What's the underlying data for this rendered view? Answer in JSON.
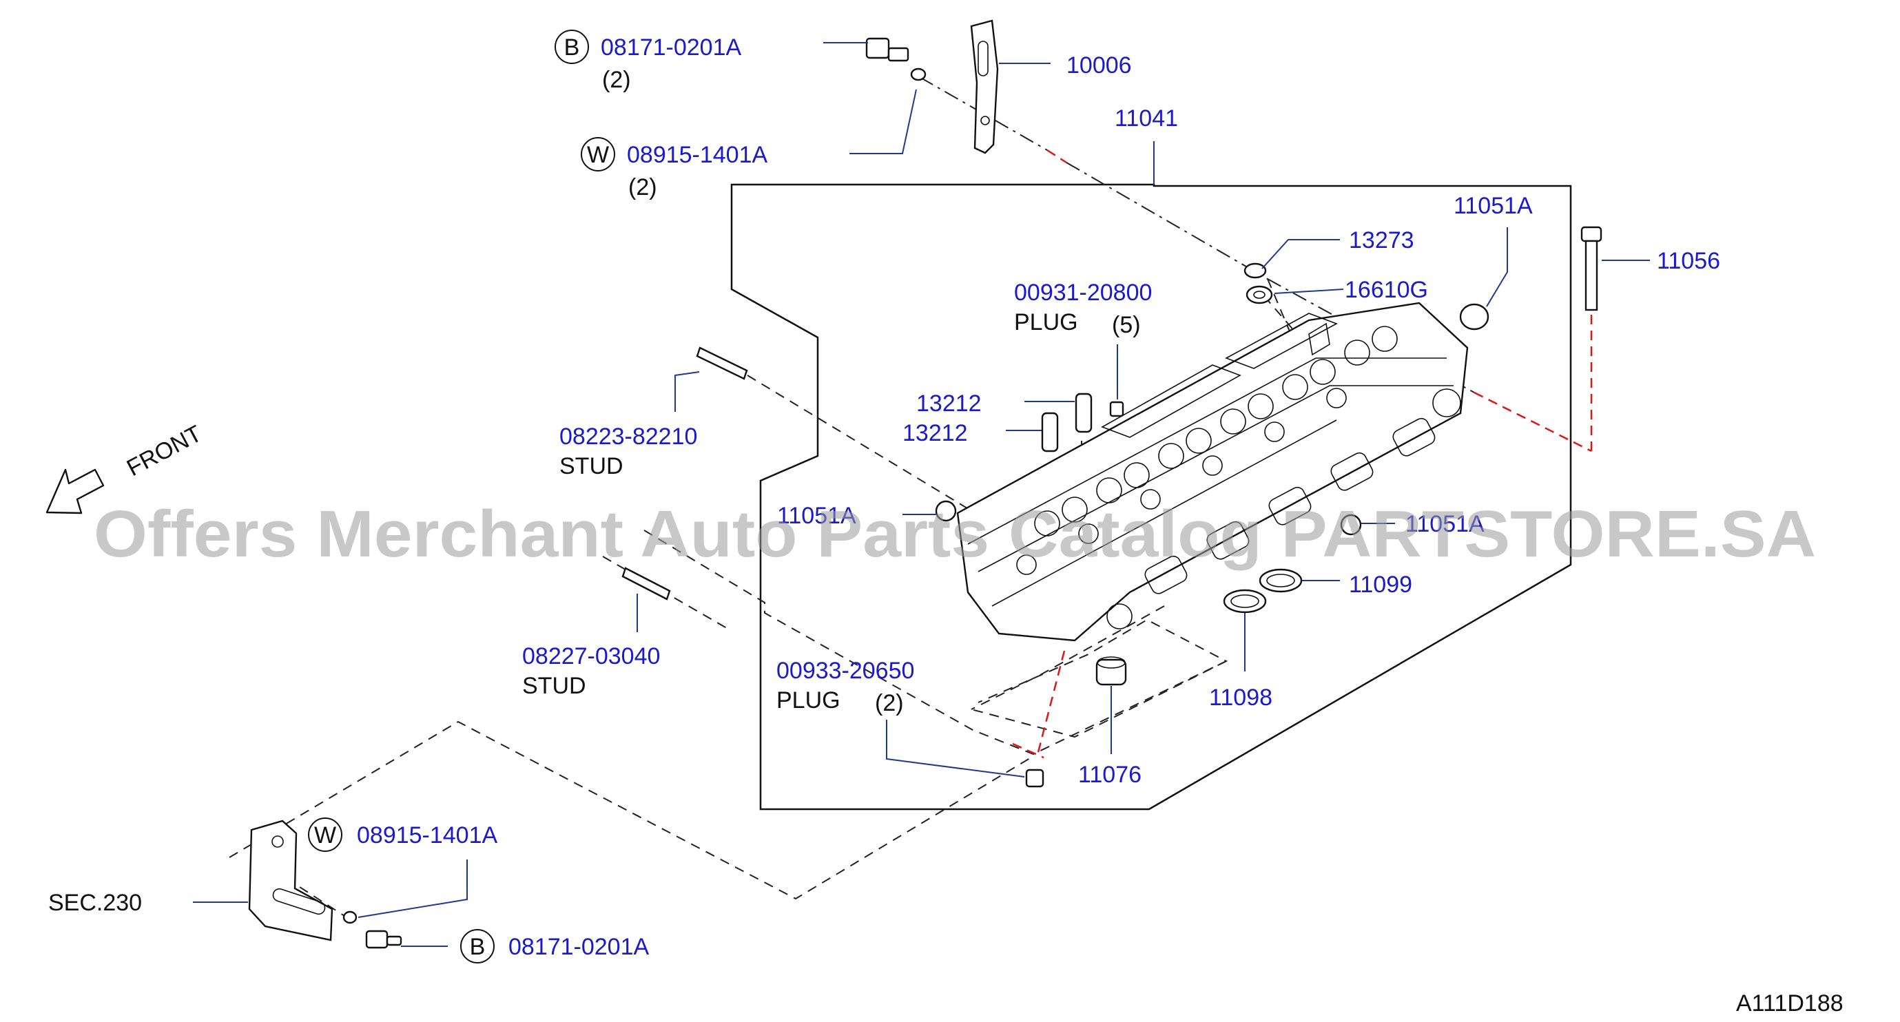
{
  "watermark": "Offers Merchant Auto Parts Catalog PARTSTORE.SA",
  "diagram_code": "A111D188",
  "front_label": "FRONT",
  "section_ref": "SEC.230",
  "colors": {
    "part_number": "#1a1acc",
    "leader": "#1f3a8a",
    "hidden_line": "#e01515"
  },
  "callouts": {
    "bolt_top": {
      "circle": "B",
      "number": "08171-0201A",
      "qty": "(2)"
    },
    "washer_top": {
      "circle": "W",
      "number": "08915-1401A",
      "qty": "(2)"
    },
    "bracket_top": {
      "number": "10006"
    },
    "head_assembly": {
      "number": "11041"
    },
    "plug_13273": {
      "number": "13273"
    },
    "seal_16610g": {
      "number": "16610G"
    },
    "plug_11051a_top": {
      "number": "11051A"
    },
    "bolt_11056": {
      "number": "11056"
    },
    "plug_small": {
      "number": "00931-20800",
      "name": "PLUG",
      "qty": "(5)"
    },
    "guide_a": {
      "number": "13212"
    },
    "guide_b": {
      "number": "13212"
    },
    "stud_top": {
      "number": "08223-82210",
      "name": "STUD"
    },
    "plug_11051a_left": {
      "number": "11051A"
    },
    "plug_11051a_right": {
      "number": "11051A"
    },
    "ring_11099": {
      "number": "11099"
    },
    "ring_11098": {
      "number": "11098"
    },
    "stud_lower": {
      "number": "08227-03040",
      "name": "STUD"
    },
    "plug_lower": {
      "number": "00933-20650",
      "name": "PLUG",
      "qty": "(2)"
    },
    "cap_11076": {
      "number": "11076"
    },
    "washer_bottom": {
      "circle": "W",
      "number": "08915-1401A"
    },
    "bolt_bottom": {
      "circle": "B",
      "number": "08171-0201A"
    }
  },
  "icons": [
    "front-arrow-icon",
    "circle-b-icon",
    "circle-w-icon"
  ]
}
